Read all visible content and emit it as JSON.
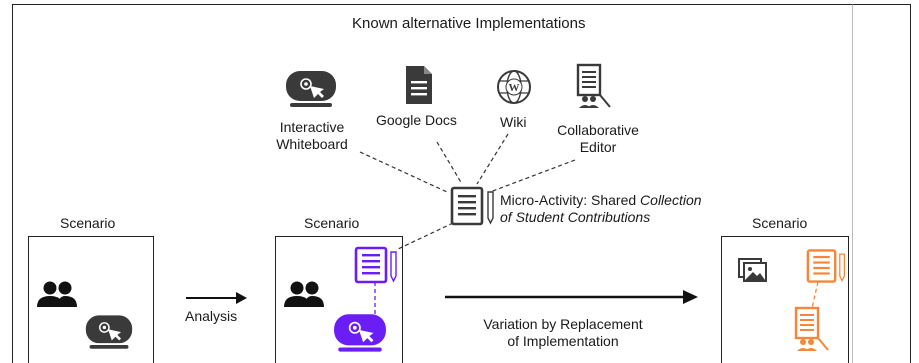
{
  "header": {
    "title": "Known alternative Implementations"
  },
  "alternatives": [
    {
      "label_lines": [
        "Interactive",
        "Whiteboard"
      ],
      "icon": "interactive-whiteboard-icon"
    },
    {
      "label_lines": [
        "Google Docs"
      ],
      "icon": "document-icon"
    },
    {
      "label_lines": [
        "Wiki"
      ],
      "icon": "wikipedia-globe-icon"
    },
    {
      "label_lines": [
        "Collaborative",
        "Editor"
      ],
      "icon": "collaborative-editor-icon"
    }
  ],
  "micro_activity": {
    "prefix": "Micro-Activity: Shared ",
    "emph1": "Collection",
    "emph2": "of Student Contributions",
    "icon": "shared-document-icon"
  },
  "scenarios": [
    {
      "label": "Scenario"
    },
    {
      "label": "Scenario"
    },
    {
      "label": "Scenario"
    }
  ],
  "arrows": {
    "analysis": "Analysis",
    "variation_line1": "Variation by Replacement",
    "variation_line2": "of Implementation"
  },
  "colors": {
    "purple": "#6a1ef5",
    "orange": "#f5873a",
    "dark_icon": "#3a3a3a"
  }
}
